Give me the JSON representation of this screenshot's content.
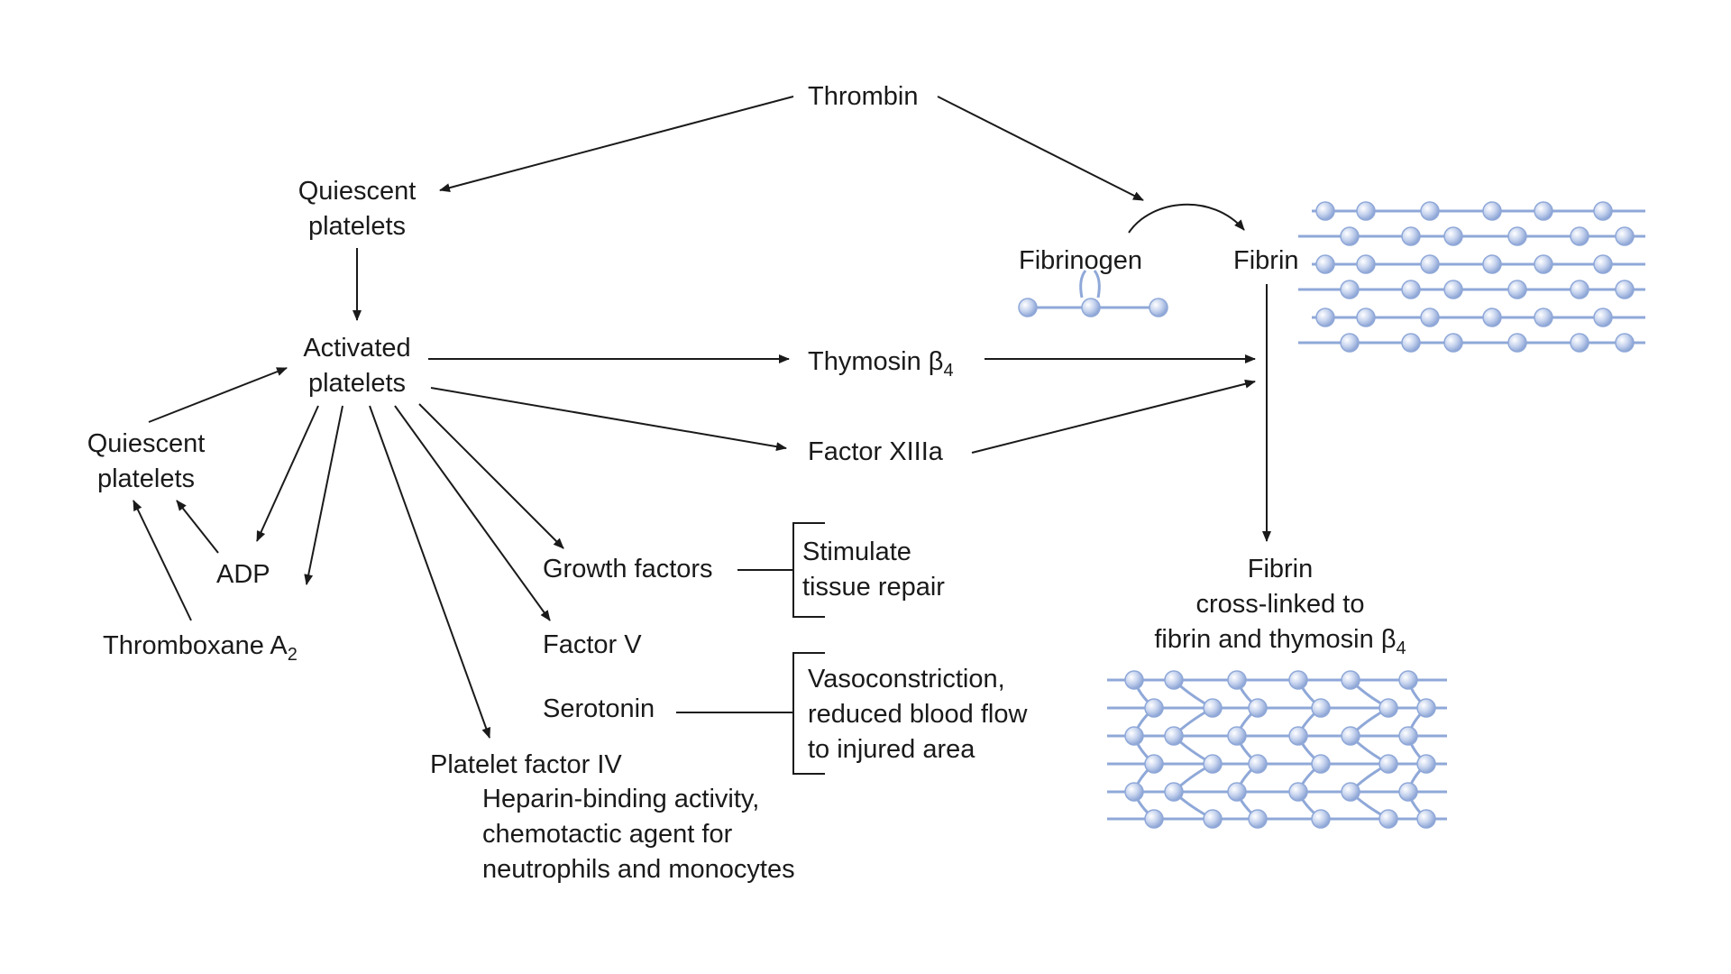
{
  "labels": {
    "thrombin": "Thrombin",
    "quiescent_top": [
      "Quiescent",
      "platelets"
    ],
    "activated": [
      "Activated",
      "platelets"
    ],
    "quiescent_left": [
      "Quiescent",
      "platelets"
    ],
    "adp": "ADP",
    "thromboxane": "Thromboxane A",
    "thromboxane_sub": "2",
    "thymosin": "Thymosin β",
    "thymosin_sub": "4",
    "factor_xiiia": "Factor XIIIa",
    "growth_factors": "Growth factors",
    "factor_v": "Factor V",
    "serotonin": "Serotonin",
    "platelet_factor_iv": "Platelet factor IV",
    "pf4_effect": [
      "Heparin-binding activity,",
      "chemotactic agent for",
      "neutrophils and monocytes"
    ],
    "stimulate": [
      "Stimulate",
      "tissue repair"
    ],
    "vaso": [
      "Vasoconstriction,",
      "reduced blood flow",
      "to injured area"
    ],
    "fibrinogen": "Fibrinogen",
    "fibrin": "Fibrin",
    "crosslinked": [
      "Fibrin",
      "cross-linked to",
      "fibrin and thymosin β"
    ],
    "crosslinked_sub": "4"
  },
  "colors": {
    "text": "#1a1a1a",
    "molecule_fill": "#b9c8e8",
    "molecule_stroke": "#8fa8d8",
    "strand": "#8fa8d8"
  }
}
